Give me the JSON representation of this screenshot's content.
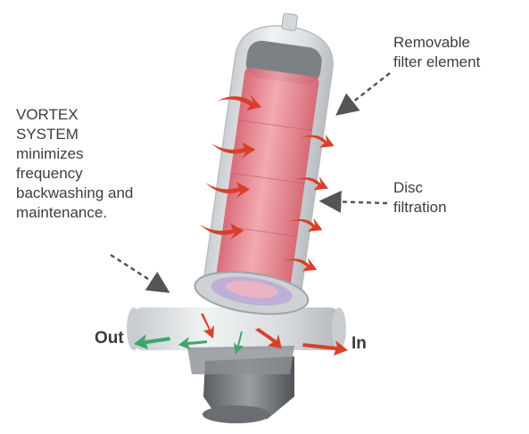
{
  "labels": {
    "removable": "Removable\nfilter element",
    "disc": "Disc\nfiltration",
    "vortex": "VORTEX\nSYSTEM\nminimizes\nfrequency\nbackwashing and\nmaintenance.",
    "out": "Out",
    "in": "In"
  },
  "colors": {
    "housing": "#d9dde0",
    "element": "#e77b86",
    "arrow_red": "#d8402b",
    "arrow_green": "#3fa56b",
    "pointer": "#555555"
  }
}
